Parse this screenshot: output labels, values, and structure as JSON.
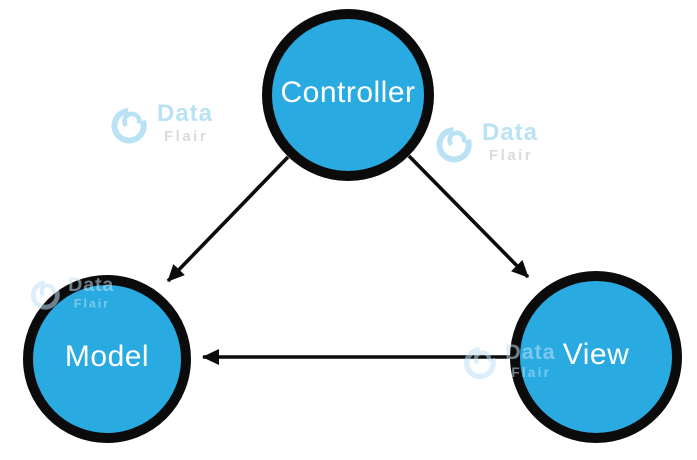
{
  "diagram": {
    "nodes": [
      {
        "id": "controller",
        "label": "Controller"
      },
      {
        "id": "model",
        "label": "Model"
      },
      {
        "id": "view",
        "label": "View"
      }
    ],
    "edges": [
      {
        "from": "Controller",
        "to": "Model",
        "style": "arrow"
      },
      {
        "from": "Controller",
        "to": "View",
        "style": "arrow"
      },
      {
        "from": "View",
        "to": "Model",
        "style": "arrow"
      }
    ],
    "colors": {
      "fill": "#29ABE2",
      "border": "#0B0B0B",
      "label": "#FFFFFF",
      "arrow": "#0B0B0B",
      "wm_blue": "#29A8E0",
      "wm_gray": "#8A9094",
      "wm_light": "#BEE1F5"
    }
  },
  "watermark": {
    "line1": "Data",
    "line2": "Flair"
  }
}
